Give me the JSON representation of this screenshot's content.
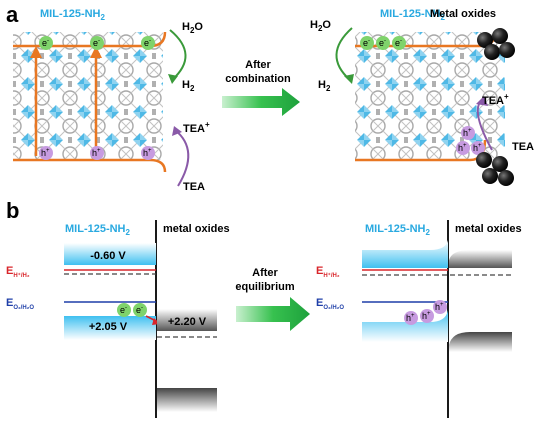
{
  "panel_a": {
    "label": "a",
    "left_title": "MIL-125-NH",
    "left_title_sub": "2",
    "right_title": "MIL-125-NH",
    "right_title_sub": "2",
    "arrow_label_1": "After",
    "arrow_label_2": "combination",
    "water": "H",
    "water_sub": "2",
    "water_tail": "O",
    "hydrogen": "H",
    "hydrogen_sub": "2",
    "tea_plus": "TEA",
    "tea_plus_sup": "+",
    "tea": "TEA",
    "metal_oxides": "Metal oxides",
    "electron": "e",
    "electron_sup": "-",
    "hole": "h",
    "hole_sup": "+"
  },
  "panel_b": {
    "label": "b",
    "left_mof": "MIL-125-NH",
    "left_mof_sub": "2",
    "left_oxide": "metal oxides",
    "right_mof": "MIL-125-NH",
    "right_mof_sub": "2",
    "right_oxide": "metal oxides",
    "cb_value": "-0.60 V",
    "vb_value": "+2.05 V",
    "oxide_vb_value": "+2.20 V",
    "e_h": "E",
    "e_h_sub": "H⁺/H₂",
    "e_o": "E",
    "e_o_sub": "O₂/H₂O",
    "arrow_label_1": "After",
    "arrow_label_2": "equilibrium",
    "electron": "e",
    "electron_sup": "-",
    "hole": "h",
    "hole_sup": "+"
  },
  "colors": {
    "mof_title": "#29a9e0",
    "orange": "#e87722",
    "green_arrow": "#2db34a",
    "green_curve": "#3a9a3a",
    "purple": "#8a5aa8",
    "electron_fill": "#7fd36b",
    "hole_fill": "#c79be0",
    "band_blue": "#3fc0f0",
    "red_line": "#d9262b",
    "blue_line": "#1f3fa8"
  }
}
